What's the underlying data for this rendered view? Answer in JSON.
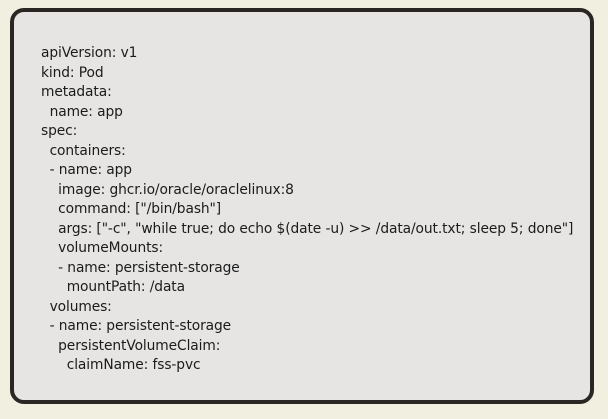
{
  "code": {
    "lines": [
      "apiVersion: v1",
      "kind: Pod",
      "metadata:",
      "  name: app",
      "spec:",
      "  containers:",
      "  - name: app",
      "    image: ghcr.io/oracle/oraclelinux:8",
      "    command: [\"/bin/bash\"]",
      "    args: [\"-c\", \"while true; do echo $(date -u) >> /data/out.txt; sleep 5; done\"]",
      "    volumeMounts:",
      "    - name: persistent-storage",
      "      mountPath: /data",
      "  volumes:",
      "  - name: persistent-storage",
      "    persistentVolumeClaim:",
      "      claimName: fss-pvc"
    ]
  }
}
